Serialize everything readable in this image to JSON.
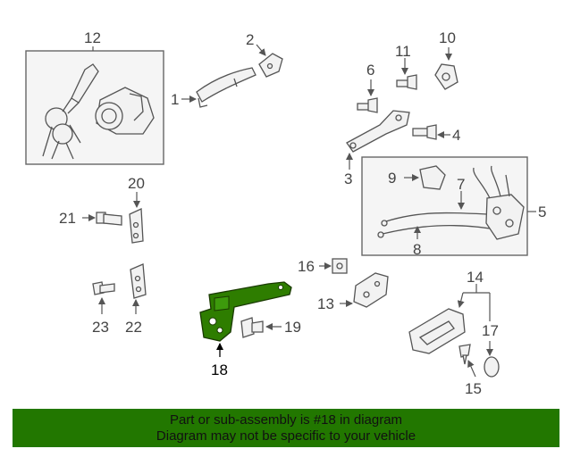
{
  "callouts": {
    "c1": "1",
    "c2": "2",
    "c3": "3",
    "c4": "4",
    "c5": "5",
    "c6": "6",
    "c7": "7",
    "c8": "8",
    "c9": "9",
    "c10": "10",
    "c11": "11",
    "c12": "12",
    "c13": "13",
    "c14": "14",
    "c15": "15",
    "c16": "16",
    "c17": "17",
    "c18": "18",
    "c19": "19",
    "c20": "20",
    "c21": "21",
    "c22": "22",
    "c23": "23"
  },
  "banner": {
    "line1": "Part or sub-assembly is #18 in diagram",
    "line2": "Diagram may not be specific to your vehicle"
  },
  "colors": {
    "highlight_part": "#2e7d00",
    "banner_bg": "#227700",
    "line": "#555555"
  }
}
